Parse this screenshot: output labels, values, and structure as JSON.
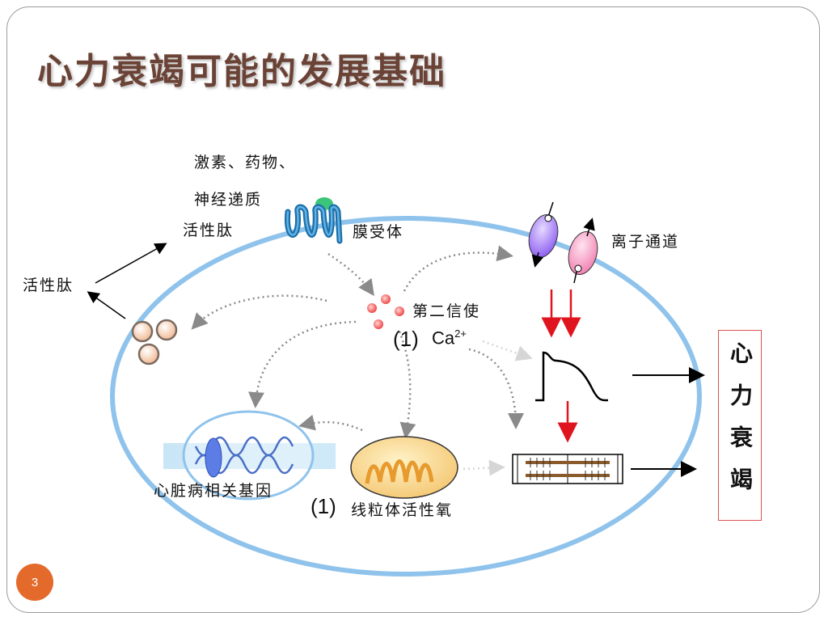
{
  "slide": {
    "title": "心力衰竭可能的发展基础",
    "page_number": "3"
  },
  "labels": {
    "hormones_line1": "激素、药物、",
    "hormones_line2": "神经递质",
    "active_peptide_top": "活性肽",
    "membrane_receptor": "膜受体",
    "active_peptide_left": "活性肽",
    "second_messenger": "第二信使",
    "ca_prefix": "(1)",
    "ca_ion": "Ca",
    "ca_charge": "2+",
    "ion_channel": "离子通道",
    "heart_genes": "心脏病相关基因",
    "mito_prefix": "(1)",
    "mito_ros": "线粒体活性氧",
    "result": "心力衰竭"
  },
  "colors": {
    "title": "#6b4336",
    "cell_membrane": "#8fc3ec",
    "arrow_red": "#e0141e",
    "dotted_arrow": "#8a8a8a",
    "badge": "#e36a2a"
  }
}
